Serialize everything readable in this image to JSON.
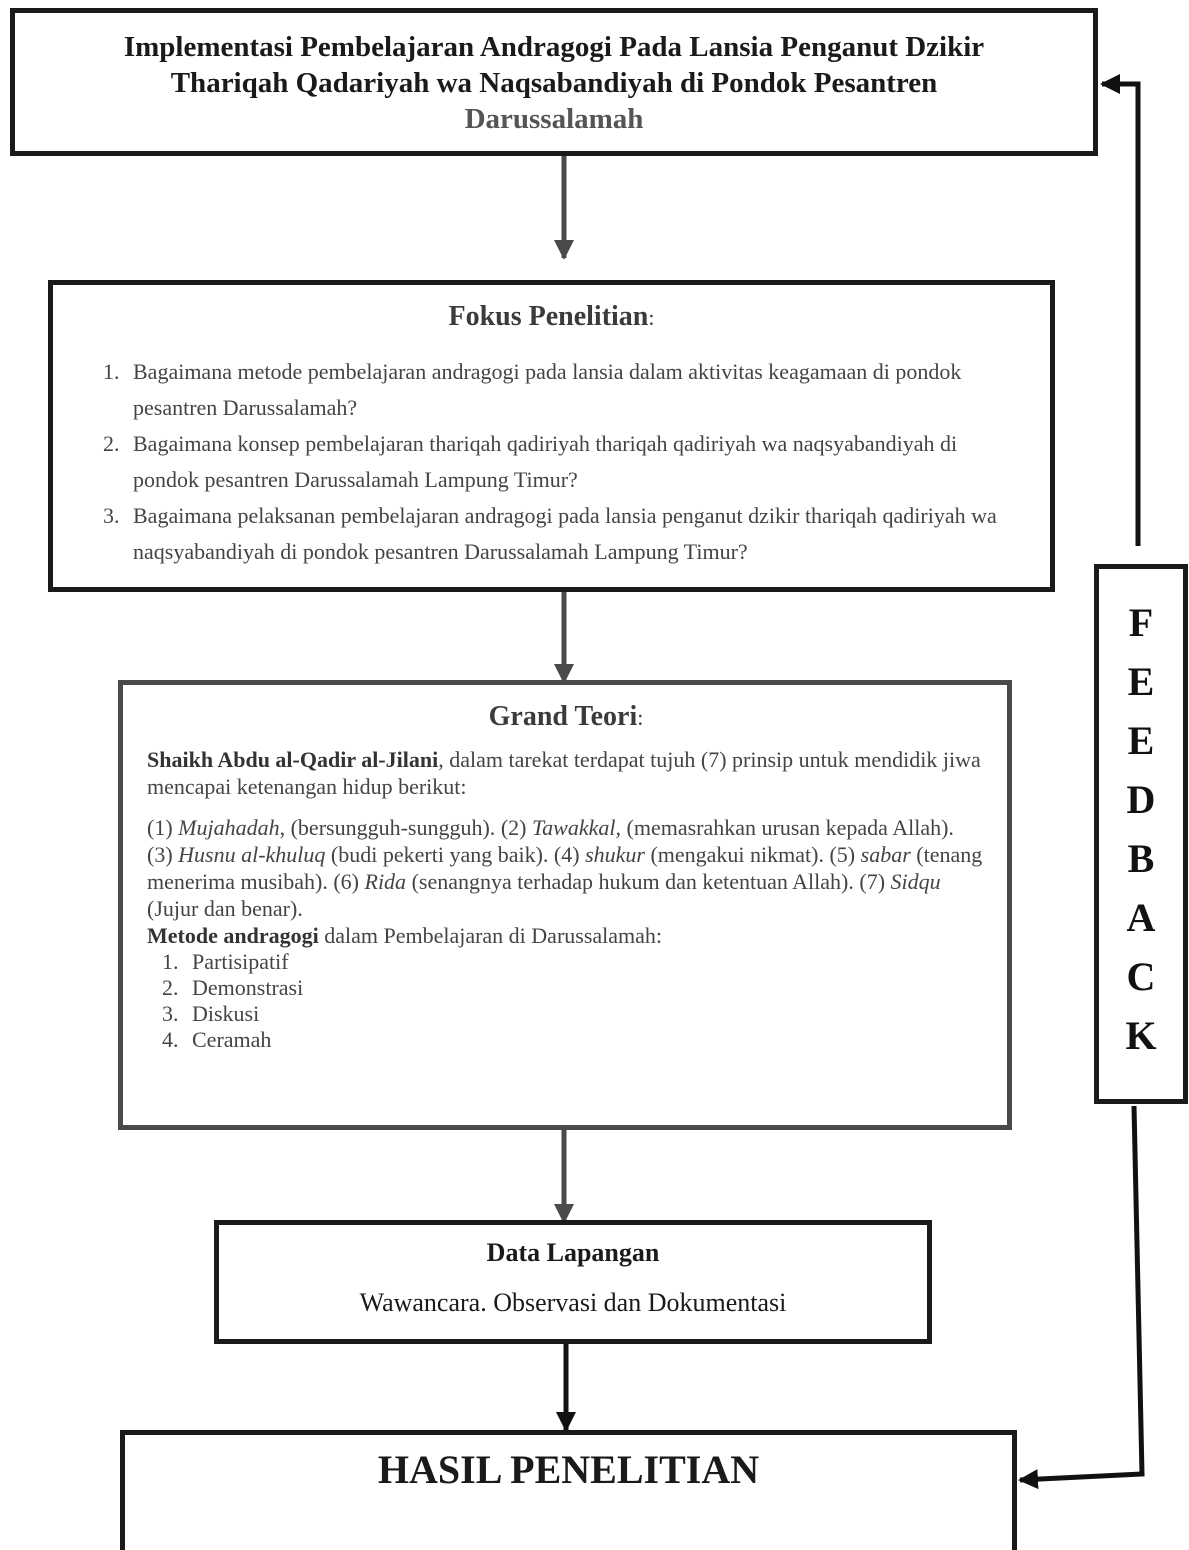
{
  "title": {
    "line1": "Implementasi Pembelajaran Andragogi Pada Lansia Penganut Dzikir",
    "line2": "Thariqah Qadariyah wa Naqsabandiyah di Pondok Pesantren",
    "line3": "Darussalamah"
  },
  "fokus": {
    "heading": "Fokus Penelitian",
    "colon": ":",
    "items": [
      "Bagaimana metode pembelajaran andragogi pada lansia dalam aktivitas keagamaan di pondok pesantren  Darussalamah?",
      "Bagaimana konsep pembelajaran thariqah qadiriyah thariqah qadiriyah wa naqsyabandiyah di pondok pesantren  Darussalamah Lampung Timur?",
      "Bagaimana pelaksanan pembelajaran andragogi pada lansia penganut dzikir thariqah qadiriyah wa naqsyabandiyah di pondok pesantren  Darussalamah Lampung Timur?"
    ]
  },
  "grand": {
    "heading": "Grand Teori",
    "colon": ":",
    "author": "Shaikh Abdu al-Qadir al-Jilani",
    "intro": ", dalam tarekat terdapat tujuh (7) prinsip untuk mendidik jiwa mencapai ketenangan hidup berikut:",
    "principles": [
      {
        "num": "(1) ",
        "term": "Mujahadah",
        "desc": ", (bersungguh-sungguh). "
      },
      {
        "num": "(2) ",
        "term": "Tawakkal,",
        "desc": " (memasrahkan urusan kepada Allah). "
      },
      {
        "num": "(3) ",
        "term": "Husnu al-khuluq",
        "desc": " (budi pekerti yang baik). "
      },
      {
        "num": "(4) ",
        "term": "shukur",
        "desc": " (mengakui nikmat). "
      },
      {
        "num": "(5) ",
        "term": "sabar",
        "desc": " (tenang menerima musibah). "
      },
      {
        "num": "(6) ",
        "term": "Rida",
        "desc": " (senangnya terhadap hukum dan ketentuan Allah). "
      },
      {
        "num": "(7) ",
        "term": "Sidqu",
        "desc": " (Jujur dan benar)."
      }
    ],
    "method_label": "Metode andragogi",
    "method_suffix": " dalam Pembelajaran di Darussalamah:",
    "methods": [
      "Partisipatif",
      "Demonstrasi",
      "Diskusi",
      "Ceramah"
    ]
  },
  "data_lapangan": {
    "heading": "Data Lapangan",
    "sub": "Wawancara. Observasi dan Dokumentasi"
  },
  "hasil": {
    "heading": "HASIL PENELITIAN"
  },
  "feedback": {
    "letters": [
      "F",
      "E",
      "E",
      "D",
      "B",
      "A",
      "C",
      "K"
    ]
  }
}
